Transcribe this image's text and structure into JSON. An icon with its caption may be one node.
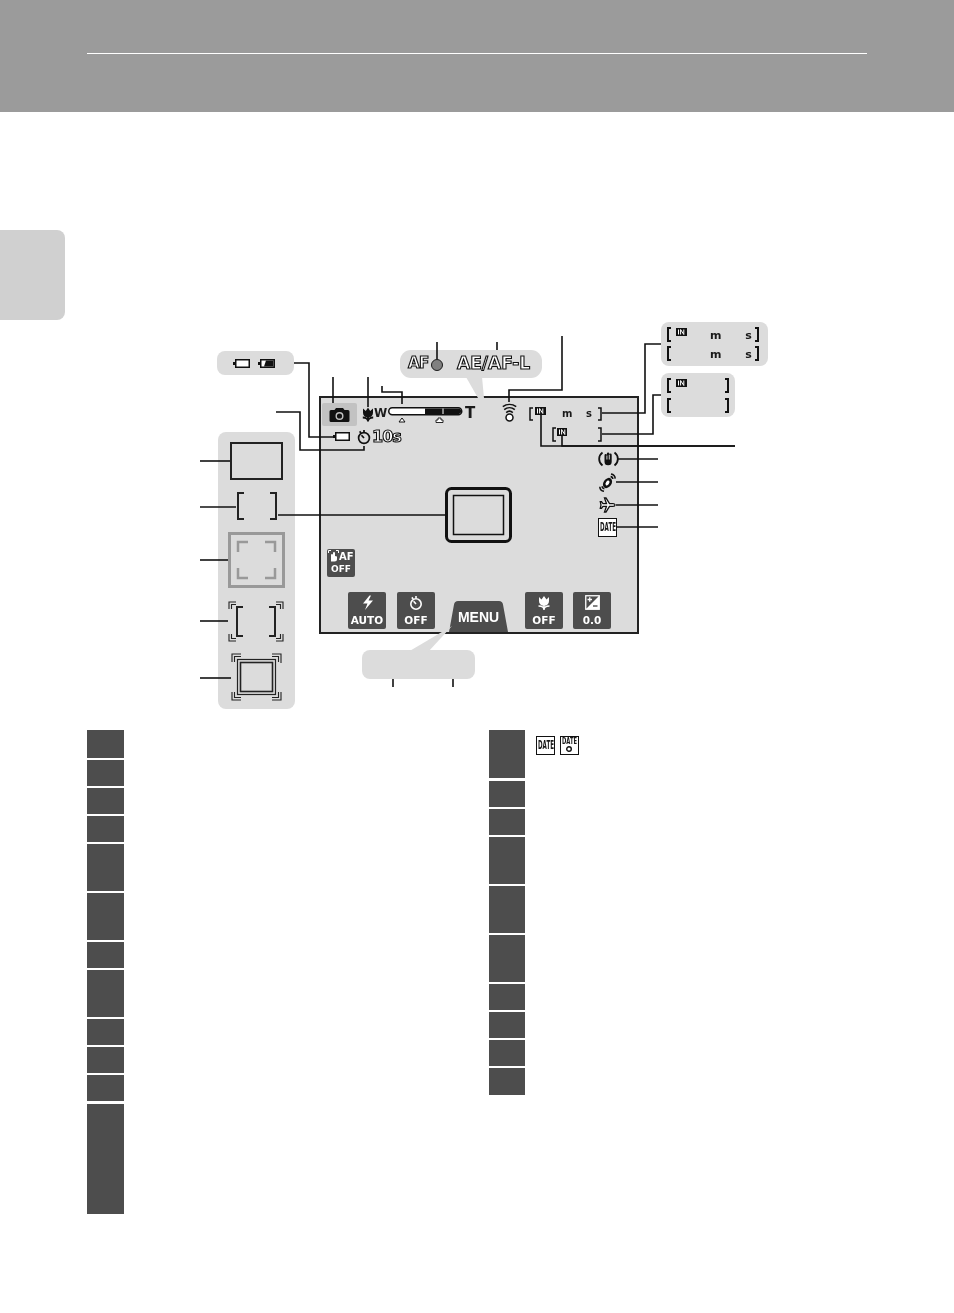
{
  "diagram": {
    "nodes": [
      {
        "text": [
          "m s",
          "m s"
        ]
      },
      {
        "text": [
          "AF",
          "AE/AF-L"
        ]
      },
      {
        "text": [],
        "shape": "circle",
        "in": 1
      },
      {
        "text": [],
        "shape": "box"
      },
      {
        "text": [],
        "shape": "box"
      },
      {
        "text": [],
        "shape": "box"
      },
      {
        "text": [],
        "shape": "picture",
        "in": 5
      },
      {
        "text": [],
        "shape": "picture",
        "in": 5
      },
      {
        "text": [
          "W",
          "T"
        ],
        "in": 5
      },
      {
        "text": [],
        "shape": "picture",
        "in": 5
      },
      {
        "text": [
          "m s"
        ],
        "in": 5
      },
      {
        "text": [],
        "shape": "picture",
        "in": 10
      },
      {
        "text": [],
        "shape": "box",
        "in": 5
      },
      {
        "text": [
          "10s"
        ],
        "in": 5
      },
      {
        "text": [],
        "shape": "box",
        "in": 5
      },
      {
        "text": [],
        "shape": "picture",
        "in": 14
      },
      {
        "text": [],
        "shape": "picture",
        "in": 5
      },
      {
        "text": [],
        "shape": "picture",
        "in": 5
      },
      {
        "text": [],
        "shape": "picture",
        "in": 5
      },
      {
        "text": [],
        "shape": "box",
        "in": 5
      },
      {
        "text": [
          "DATE"
        ],
        "in": 5
      },
      {
        "text": [
          "AF",
          "OFF"
        ],
        "in": 5
      },
      {
        "text": [
          "AUTO"
        ],
        "in": 5
      },
      {
        "text": [
          "OFF"
        ],
        "in": 5
      },
      {
        "text": [
          "MENU"
        ],
        "in": 5
      },
      {
        "text": [
          "OFF"
        ],
        "in": 5
      },
      {
        "text": [
          "0.0"
        ],
        "in": 5
      },
      {
        "text": [],
        "shape": "box"
      },
      {
        "text": [],
        "shape": "box",
        "in": 27
      },
      {
        "text": [],
        "shape": "box",
        "in": 27
      },
      {
        "text": [],
        "shape": "box",
        "in": 27
      },
      {
        "text": [],
        "shape": "box",
        "in": 27
      },
      {
        "text": [],
        "shape": "box",
        "in": 27
      },
      {
        "text": [],
        "shape": "box"
      },
      {
        "text": [],
        "shape": "box"
      },
      {
        "text": [],
        "shape": "box"
      },
      {
        "text": [],
        "shape": "box"
      },
      {
        "text": [],
        "shape": "box"
      },
      {
        "text": [],
        "shape": "box"
      },
      {
        "text": [],
        "shape": "box"
      },
      {
        "text": [],
        "shape": "box"
      },
      {
        "text": [],
        "shape": "box"
      },
      {
        "text": [],
        "shape": "box"
      },
      {
        "text": [],
        "shape": "box"
      },
      {
        "text": [],
        "shape": "box"
      },
      {
        "text": [],
        "shape": "box"
      },
      {
        "text": [],
        "shape": "box"
      },
      {
        "text": [],
        "shape": "box"
      },
      {
        "text": [],
        "shape": "box"
      },
      {
        "text": [],
        "shape": "box"
      },
      {
        "text": [],
        "shape": "box"
      },
      {
        "text": [],
        "shape": "box"
      },
      {
        "text": [],
        "shape": "box"
      },
      {
        "text": [],
        "shape": "box"
      },
      {
        "text": [],
        "shape": "box"
      },
      {
        "text": [],
        "shape": "box"
      },
      {
        "text": [],
        "shape": "box"
      }
    ],
    "edges": [
      {
        "from": null,
        "to": 2,
        "arrow": "none"
      },
      {
        "from": null,
        "to": 1,
        "arrow": "none"
      },
      {
        "from": null,
        "to": 9,
        "arrow": "none"
      },
      {
        "from": null,
        "to": 6,
        "arrow": "none"
      },
      {
        "from": null,
        "to": 7,
        "arrow": "none"
      },
      {
        "from": null,
        "to": 8,
        "arrow": "none"
      },
      {
        "from": 3,
        "to": 12,
        "arrow": "none"
      },
      {
        "from": null,
        "to": 13,
        "arrow": "none"
      },
      {
        "from": 0,
        "to": 10,
        "arrow": "none"
      },
      {
        "from": 4,
        "to": 14,
        "arrow": "none"
      },
      {
        "from": null,
        "to": 11,
        "arrow": "none"
      },
      {
        "from": null,
        "to": 15,
        "arrow": "none"
      },
      {
        "from": null,
        "to": 16,
        "arrow": "none"
      },
      {
        "from": null,
        "to": 17,
        "arrow": "none"
      },
      {
        "from": null,
        "to": 18,
        "arrow": "none"
      },
      {
        "from": null,
        "to": 20,
        "arrow": "none"
      },
      {
        "from": null,
        "to": 28,
        "arrow": "none"
      },
      {
        "from": null,
        "to": 29,
        "arrow": "none"
      },
      {
        "from": null,
        "to": 30,
        "arrow": "none"
      },
      {
        "from": null,
        "to": 31,
        "arrow": "none"
      },
      {
        "from": null,
        "to": 32,
        "arrow": "none"
      },
      {
        "from": 29,
        "to": 19,
        "arrow": "none"
      },
      {
        "from": null,
        "to": 33,
        "arrow": "none"
      },
      {
        "from": null,
        "to": 33,
        "arrow": "none"
      }
    ],
    "labels": [
      "DATE",
      "DATE"
    ]
  }
}
